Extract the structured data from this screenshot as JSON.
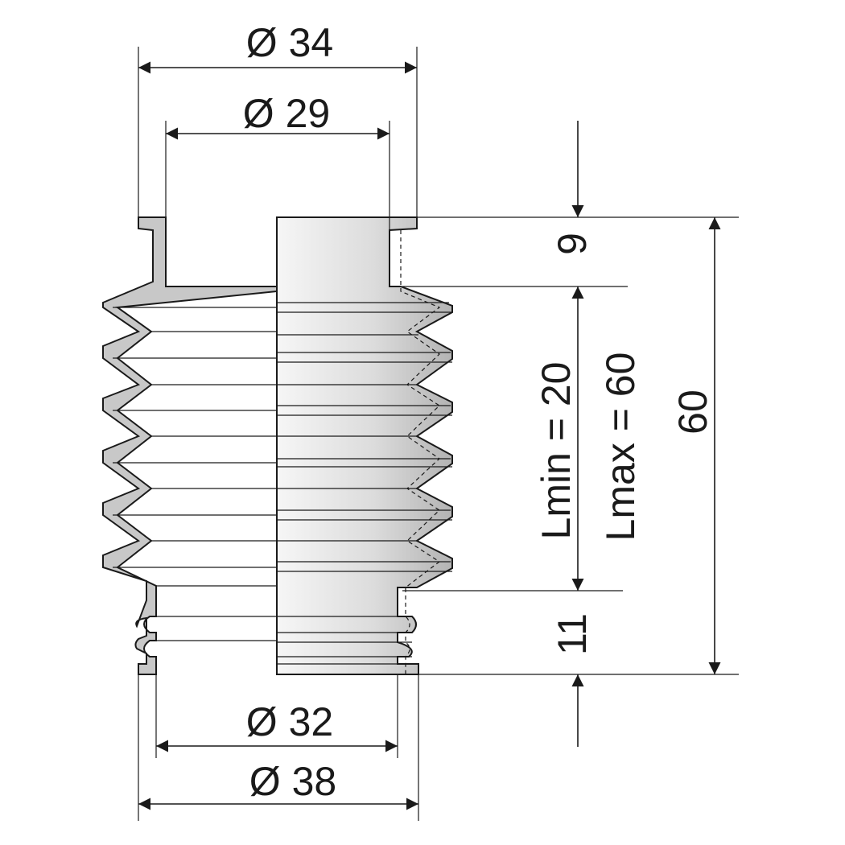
{
  "labels": {
    "top_outer_diameter": "Ø 34",
    "top_inner_diameter": "Ø 29",
    "bottom_inner_diameter": "Ø 32",
    "bottom_outer_diameter": "Ø 38",
    "top_collar_length": "9",
    "bottom_collar_length": "11",
    "min_length": "Lmin = 20",
    "max_length": "Lmax = 60",
    "total_length": "60"
  },
  "colors": {
    "line": "#1a1a1a",
    "section_fill": "#c8c8c8",
    "shade_light": "#f4f4f4",
    "shade_dark": "#b5b5b5"
  }
}
